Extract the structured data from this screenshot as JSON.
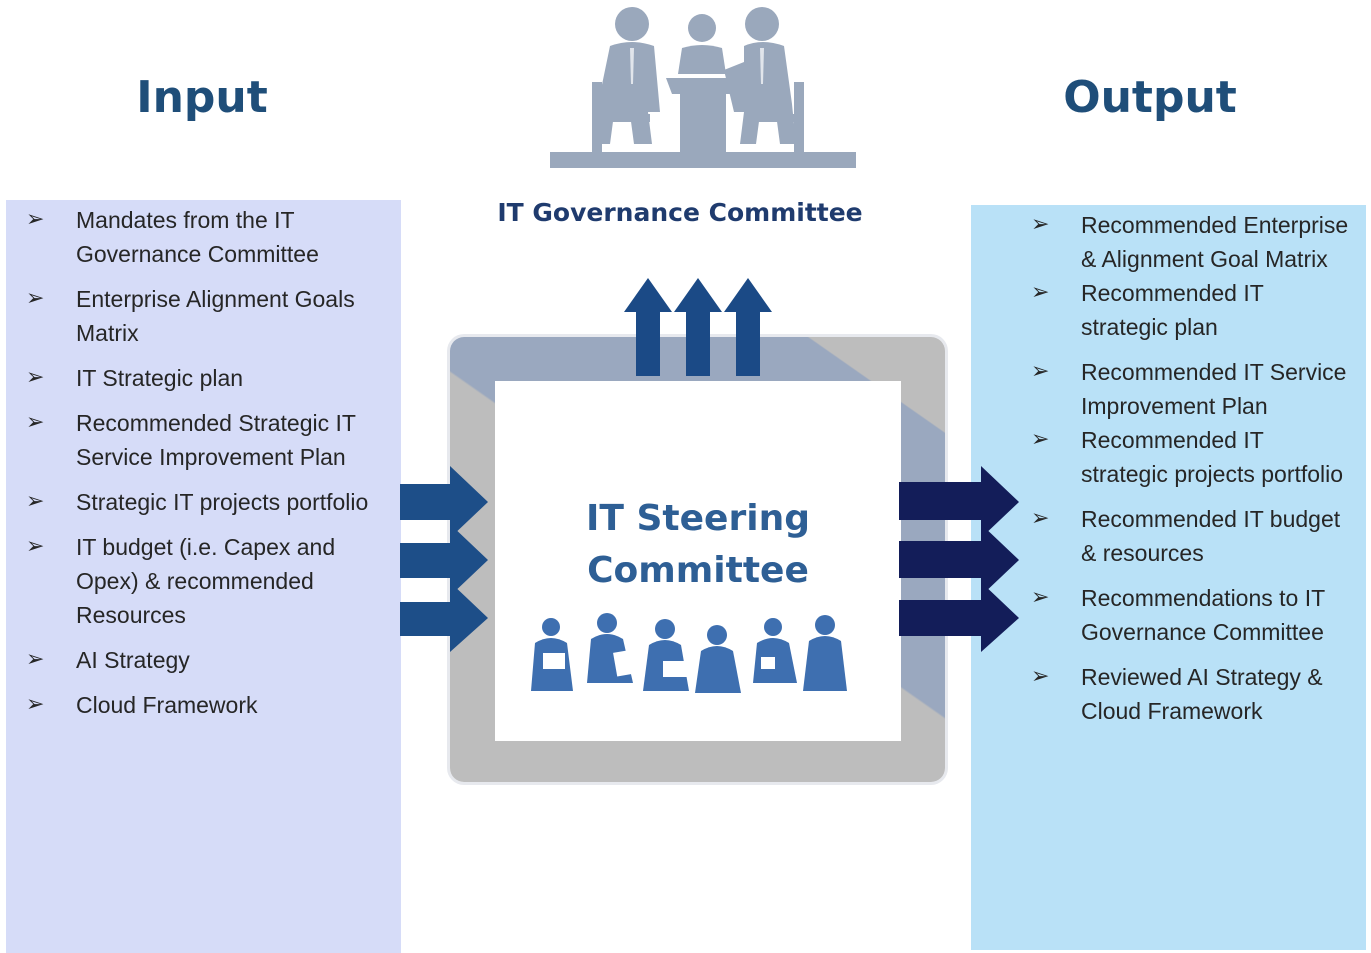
{
  "input": {
    "heading": "Input",
    "items": [
      "Mandates from the IT Governance Committee",
      "Enterprise Alignment Goals Matrix",
      "IT Strategic plan",
      "Recommended Strategic IT Service Improvement Plan",
      "Strategic IT projects portfolio",
      "IT budget (i.e. Capex and Opex) & recommended Resources",
      "AI Strategy",
      "Cloud Framework"
    ]
  },
  "output": {
    "heading": "Output",
    "items": [
      "Recommended Enterprise & Alignment Goal Matrix",
      "Recommended IT strategic plan",
      "Recommended IT Service Improvement Plan",
      "Recommended IT strategic projects portfolio",
      "Recommended IT budget & resources",
      "Recommendations to IT Governance Committee",
      "Reviewed AI Strategy & Cloud Framework"
    ]
  },
  "center": {
    "governance_label": "IT Governance Committee",
    "steering_title": "IT Steering Committee"
  },
  "bullet_glyph": "➢",
  "icons": {
    "governance": "meeting-committee-icon",
    "steering": "team-people-icon"
  },
  "colors": {
    "heading": "#1f4e79",
    "input_panel": "#d6dcf8",
    "output_panel": "#b9e1f7",
    "arrow_up": "#1b4a86",
    "arrow_left": "#1d4e88",
    "arrow_right": "#131d59",
    "steering_title": "#2e5f95",
    "icon_gray": "#9aa8bc",
    "people_blue": "#3e6fb0"
  }
}
